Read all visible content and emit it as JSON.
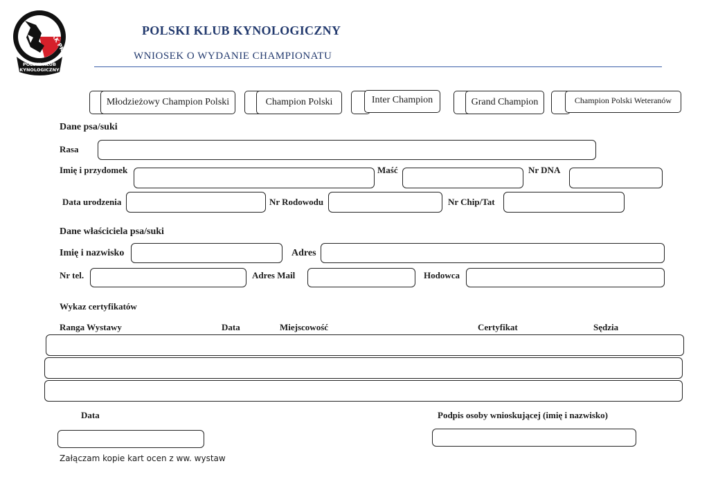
{
  "header": {
    "logo": {
      "top_text": "PKK PKK",
      "bottom_text_1": "POLSKI KLUB",
      "bottom_text_2": "KYNOLOGICZNY",
      "colors": {
        "red": "#d6202a",
        "black": "#111111",
        "white": "#ffffff"
      }
    },
    "title": "POLSKI KLUB KYNOLOGICZNY",
    "subtitle": "WNIOSEK  O  WYDANIE  CHAMPIONATU",
    "accent_color": "#233a6e"
  },
  "champion_options": [
    {
      "label": "Młodzieżowy Champion Polski"
    },
    {
      "label": "Champion Polski"
    },
    {
      "label": "Inter Champion"
    },
    {
      "label": "Grand Champion"
    },
    {
      "label": "Champion Polski Weteranów"
    }
  ],
  "dog_section": {
    "heading": "Dane psa/suki",
    "breed_label": "Rasa",
    "name_label": "Imię i przydomek",
    "color_label": "Maść",
    "dna_label": "Nr DNA",
    "birth_label": "Data urodzenia",
    "pedigree_label": "Nr Rodowodu",
    "chip_label": "Nr Chip/Tat"
  },
  "owner_section": {
    "heading": "Dane właściciela psa/suki",
    "name_label": "Imię i nazwisko",
    "address_label": "Adres",
    "phone_label": "Nr tel.",
    "email_label": "Adres Mail",
    "kennel_label": "Hodowca"
  },
  "certificates": {
    "heading": "Wykaz certyfikatów",
    "columns": {
      "rank": "Ranga  Wystawy",
      "date": "Data",
      "place": "Miejscowość",
      "certificate": "Certyfikat",
      "judge": "Sędzia"
    }
  },
  "signature": {
    "date_label": "Data",
    "signature_label": "Podpis osoby wnioskującej (imię i nazwisko)"
  },
  "footer_note": "Załączam kopie kart ocen z ww. wystaw"
}
